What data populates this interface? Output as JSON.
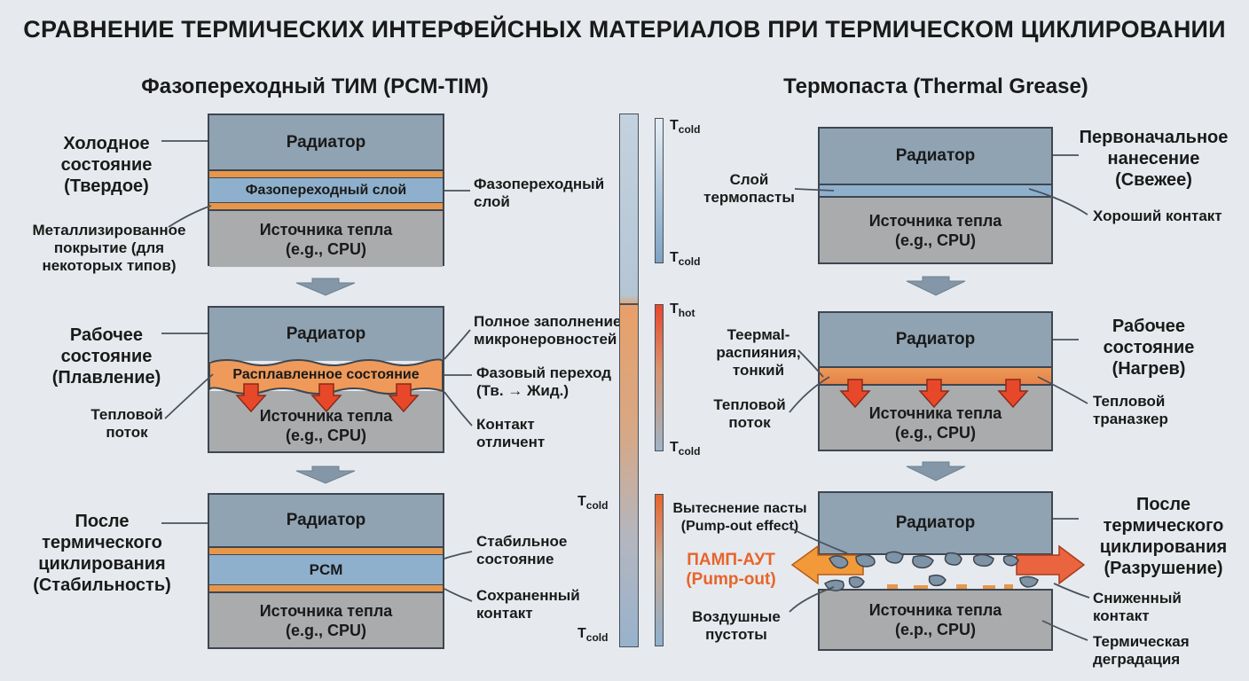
{
  "title": "СРАВНЕНИЕ ТЕРМИЧЕСКИХ ИНТЕРФЕЙСНЫХ МАТЕРИАЛОВ ПРИ ТЕРМИЧЕСКОМ ЦИКЛИРОВАНИИ",
  "left": {
    "heading": "Фазопереходный ТИМ (PCM-TIM)",
    "stage1": {
      "state": "Холодное\nсостояние\n(Твердое)",
      "radiator": "Радиатор",
      "layer": "Фазопереходный слой",
      "source": "Источника тепла\n(e.g., CPU)",
      "coating": "Металлизированное\nпокрытие (для\nнекоторых типов)",
      "layer_callout": "Фазопереходный\nслой"
    },
    "stage2": {
      "state": "Рабочее\nсостояние\n(Плавление)",
      "radiator": "Радиатор",
      "layer": "Расплавленное состояние",
      "source": "Источника тепла\n(e.g., CPU)",
      "heat_flow": "Тепловой\nпоток",
      "fill": "Полное заполнение\nмикронеровностей",
      "phase": "Фазовый переход\n(Тв. → Жид.)",
      "contact": "Контакт\nотличент"
    },
    "stage3": {
      "state": "После\nтермического\nциклирования\n(Стабильность)",
      "radiator": "Радиатор",
      "layer": "PCM",
      "source": "Источника тепла\n(e.g., CPU)",
      "stable": "Стабильное\nсостояние",
      "kept": "Сохраненный\nконтакт"
    }
  },
  "scale": {
    "t_cold": "T",
    "cold_sub": "cold",
    "hot_sub": "hot"
  },
  "right": {
    "heading": "Термопаста (Thermal Grease)",
    "stage1": {
      "state": "Первоначальное\nнанесение\n(Свежее)",
      "radiator": "Радиатор",
      "source": "Источника тепла\n(e.g., CPU)",
      "paste_layer": "Слой\nтермопасты",
      "good_contact": "Хороший контакт"
    },
    "stage2": {
      "state": "Рабочее\nсостояние\n(Нагрев)",
      "radiator": "Радиатор",
      "source": "Источника тепла\n(e.g., CPU)",
      "spread": "Теермаl-\nраспияния,\nтонкий",
      "heat_flow": "Тепловой\nпоток",
      "transfer": "Тепловой\nтраназкер"
    },
    "stage3": {
      "state": "После\nтермического\nциклирования\n(Разрушение)",
      "radiator": "Радиатор",
      "source": "Источника тепла\n(e.p., CPU)",
      "pumpout_callout": "Вытеснение пасты\n(Pump-out effect)",
      "pump_label": "ПАМП-АУТ\n(Pump-out)",
      "voids": "Воздушные\nпустоты",
      "reduced": "Сниженный\nконтакт",
      "degradation": "Термическая\nдеградация"
    }
  },
  "colors": {
    "background": "#e6eaee",
    "radiator": "#8fa3b3",
    "source": "#a9abad",
    "pcm": "#8fb0cc",
    "orange": "#e8964a",
    "arrow_red": "#e8482a",
    "pump_orange": "#e8642a"
  }
}
